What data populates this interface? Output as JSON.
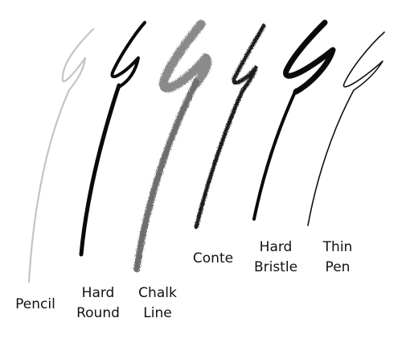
{
  "brushes": [
    {
      "id": "pencil",
      "label_lines": [
        "Pencil"
      ],
      "color": "#c4c4c4"
    },
    {
      "id": "hard-round",
      "label_lines": [
        "Hard",
        "Round"
      ],
      "color": "#0a0a0a"
    },
    {
      "id": "chalk-line",
      "label_lines": [
        "Chalk",
        "Line"
      ],
      "color": "#7c7c7c"
    },
    {
      "id": "conte",
      "label_lines": [
        "Conte"
      ],
      "color": "#1a1a1a"
    },
    {
      "id": "hard-bristle",
      "label_lines": [
        "Hard",
        "Bristle"
      ],
      "color": "#0a0a0a"
    },
    {
      "id": "thin-pen",
      "label_lines": [
        "Thin",
        "Pen"
      ],
      "color": "#111111"
    }
  ]
}
